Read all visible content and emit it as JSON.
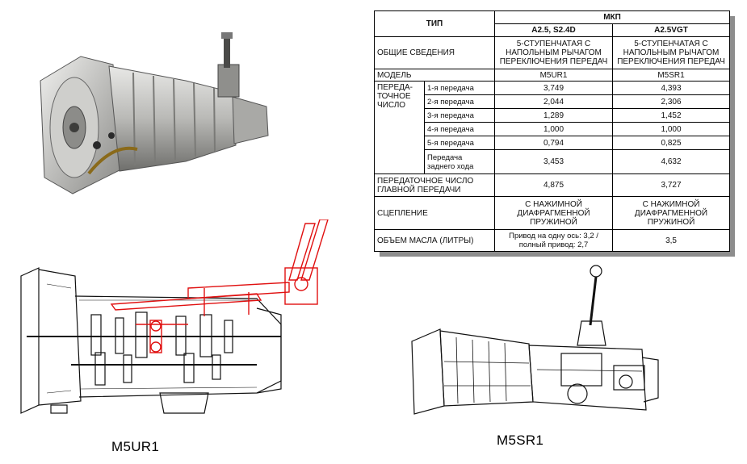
{
  "spec_table": {
    "header": {
      "type_label": "ТИП",
      "group_label": "МКП",
      "col1": "A2.5, S2.4D",
      "col2": "A2.5VGT"
    },
    "general": {
      "label": "ОБЩИЕ СВЕДЕНИЯ",
      "col1": [
        "5-СТУПЕНЧАТАЯ С",
        "НАПОЛЬНЫМ РЫЧАГОМ",
        "ПЕРЕКЛЮЧЕНИЯ ПЕРЕДАЧ"
      ],
      "col2": [
        "5-СТУПЕНЧАТАЯ С",
        "НАПОЛЬНЫМ РЫЧАГОМ",
        "ПЕРЕКЛЮЧЕНИЯ ПЕРЕДАЧ"
      ]
    },
    "model": {
      "label": "МОДЕЛЬ",
      "col1": "M5UR1",
      "col2": "M5SR1"
    },
    "ratio_label": [
      "ПЕРЕДА-",
      "ТОЧНОЕ",
      "ЧИСЛО"
    ],
    "gears": [
      {
        "name": "1-я передача",
        "col1": "3,749",
        "col2": "4,393"
      },
      {
        "name": "2-я передача",
        "col1": "2,044",
        "col2": "2,306"
      },
      {
        "name": "3-я передача",
        "col1": "1,289",
        "col2": "1,452"
      },
      {
        "name": "4-я передача",
        "col1": "1,000",
        "col2": "1,000"
      },
      {
        "name": "5-я передача",
        "col1": "0,794",
        "col2": "0,825"
      }
    ],
    "reverse": {
      "name": [
        "Передача",
        "заднего хода"
      ],
      "col1": "3,453",
      "col2": "4,632"
    },
    "final_drive": {
      "label": [
        "ПЕРЕДАТОЧНОЕ ЧИСЛО",
        "ГЛАВНОЙ ПЕРЕДАЧИ"
      ],
      "col1": "4,875",
      "col2": "3,727"
    },
    "clutch": {
      "label": "СЦЕПЛЕНИЕ",
      "col1": [
        "С НАЖИМНОЙ",
        "ДИАФРАГМЕННОЙ",
        "ПРУЖИНОЙ"
      ],
      "col2": [
        "С НАЖИМНОЙ",
        "ДИАФРАГМЕННОЙ",
        "ПРУЖИНОЙ"
      ]
    },
    "oil": {
      "label": "ОБЪЕМ МАСЛА (ЛИТРЫ)",
      "col1": [
        "Привод на одну ось: 3,2 /",
        "полный привод: 2,7"
      ],
      "col2": "3,5"
    }
  },
  "captions": {
    "left_model": "M5UR1",
    "right_model": "M5SR1"
  },
  "colors": {
    "highlight_red": "#e01010",
    "metal_light": "#d4d4d2",
    "metal_dark": "#5a5a58",
    "table_shadow": "#8d8d8d"
  }
}
